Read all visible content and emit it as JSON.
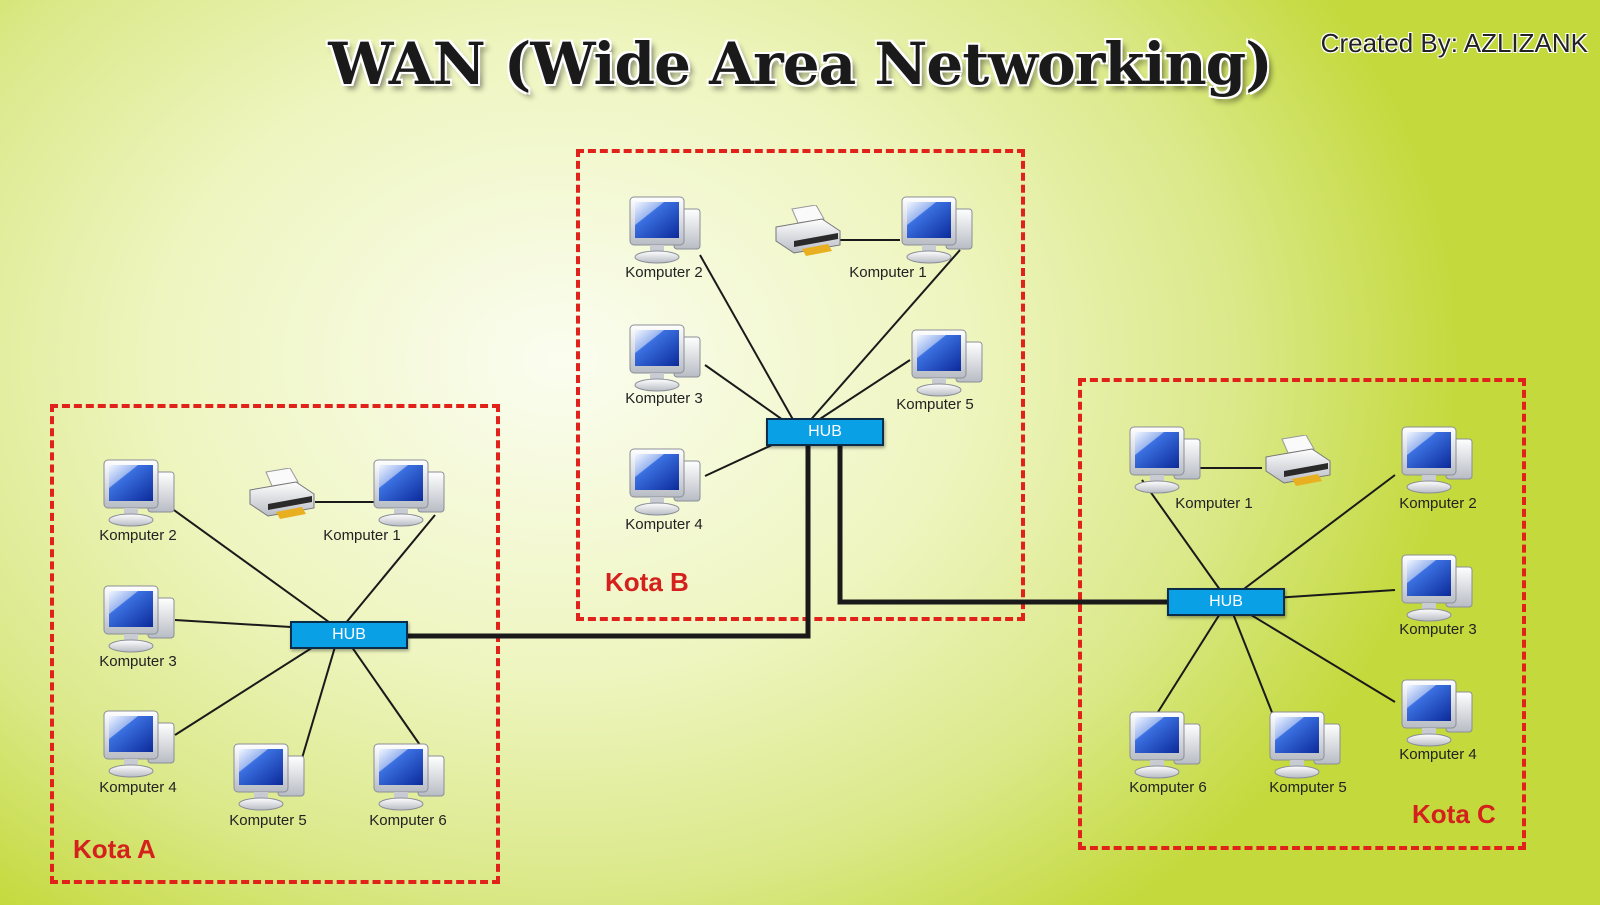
{
  "title": "WAN (Wide Area Networking)",
  "credit": "Created By: AZLIZANK",
  "hub_label": "HUB",
  "colors": {
    "zone_border": "#e0221b",
    "hub_fill": "#0aa0e6",
    "wire": "#1a1a1a"
  },
  "networks": {
    "kota_a": {
      "label": "Kota A",
      "computers": [
        "Komputer 1",
        "Komputer 2",
        "Komputer 3",
        "Komputer 4",
        "Komputer 5",
        "Komputer 6"
      ]
    },
    "kota_b": {
      "label": "Kota B",
      "computers": [
        "Komputer 1",
        "Komputer 2",
        "Komputer 3",
        "Komputer 4",
        "Komputer 5"
      ]
    },
    "kota_c": {
      "label": "Kota C",
      "computers": [
        "Komputer 1",
        "Komputer 2",
        "Komputer 3",
        "Komputer 4",
        "Komputer 5",
        "Komputer 6"
      ]
    }
  }
}
